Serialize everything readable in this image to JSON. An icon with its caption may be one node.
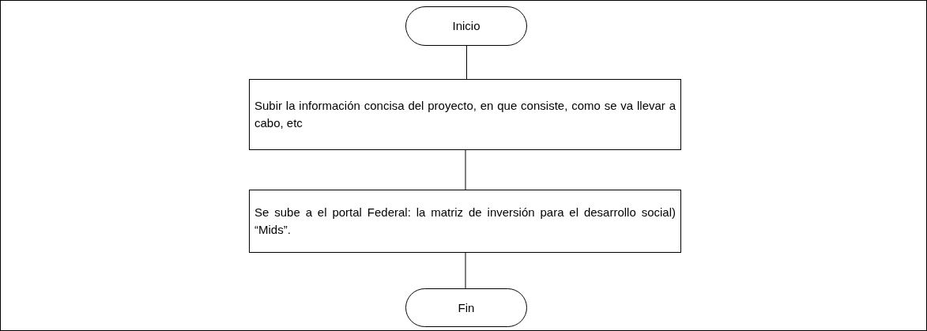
{
  "diagram": {
    "nodes": [
      {
        "text": [
          "Inicio"
        ]
      },
      {
        "text": [
          "Subir la información concisa del proyecto, en que consiste, como se va llevar a cabo, etc"
        ]
      },
      {
        "text": [
          "Se sube a el portal Federal: la matriz de inversión para el desarrollo social) “Mids”."
        ]
      },
      {
        "text": [
          "Fin"
        ]
      }
    ],
    "edges": [
      {
        "from": 0,
        "to": 1,
        "arrow": "none"
      },
      {
        "from": 1,
        "to": 2,
        "arrow": "none"
      },
      {
        "from": 2,
        "to": 3,
        "arrow": "none"
      }
    ]
  }
}
